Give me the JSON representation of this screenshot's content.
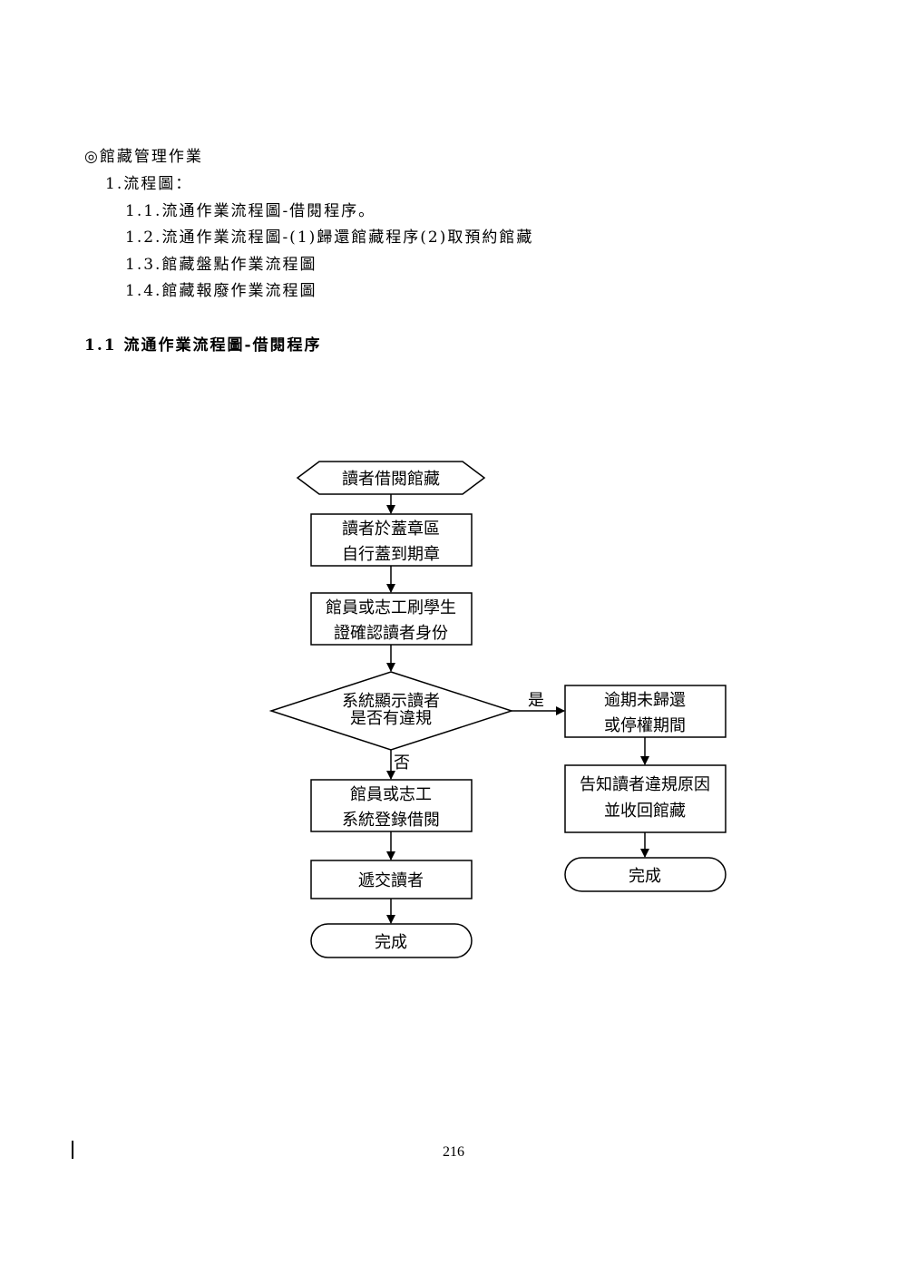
{
  "section_title": "◎館藏管理作業",
  "subsection": "1.流程圖：",
  "toc": [
    "1.1.流通作業流程圖-借閱程序。",
    "1.2.流通作業流程圖-(1)歸還館藏程序(2)取預約館藏",
    "1.3.館藏盤點作業流程圖",
    "1.4.館藏報廢作業流程圖"
  ],
  "chart_heading": "1.1 流通作業流程圖-借閱程序",
  "flowchart": {
    "start": "讀者借閱館藏",
    "step1": [
      "讀者於蓋章區",
      "自行蓋到期章"
    ],
    "step2": [
      "館員或志工刷學生",
      "證確認讀者身份"
    ],
    "decision": [
      "系統顯示讀者",
      "是否有違規"
    ],
    "yes_label": "是",
    "no_label": "否",
    "no_step1": [
      "館員或志工",
      "系統登錄借閱"
    ],
    "no_step2": "遞交讀者",
    "no_end": "完成",
    "yes_step1": [
      "逾期未歸還",
      "或停權期間"
    ],
    "yes_step2": [
      "告知讀者違規原因",
      "並收回館藏"
    ],
    "yes_end": "完成"
  },
  "page_number": "216"
}
